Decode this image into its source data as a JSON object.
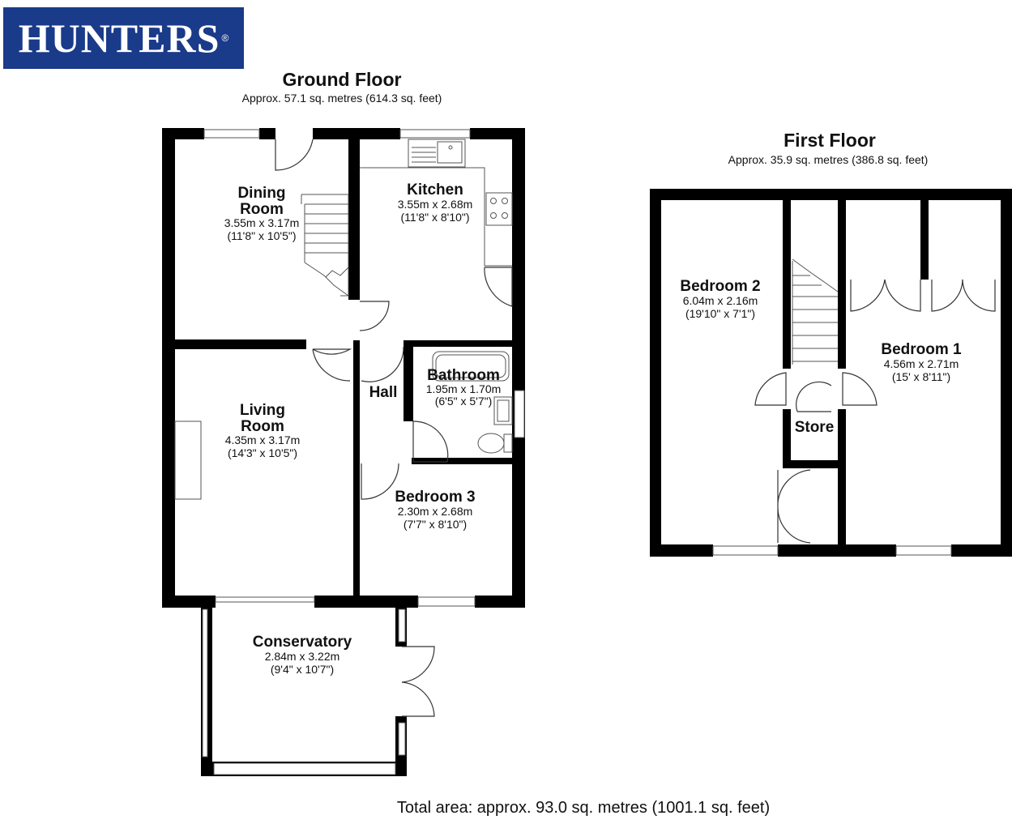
{
  "brand": {
    "name": "HUNTERS",
    "mark": "®"
  },
  "ground_floor": {
    "title": "Ground Floor",
    "area": "Approx. 57.1 sq. metres (614.3 sq. feet)",
    "rooms": {
      "dining": {
        "name1": "Dining",
        "name2": "Room",
        "dim_m": "3.55m x 3.17m",
        "dim_ft": "(11'8\" x 10'5\")"
      },
      "kitchen": {
        "name": "Kitchen",
        "dim_m": "3.55m x 2.68m",
        "dim_ft": "(11'8\" x 8'10\")"
      },
      "living": {
        "name1": "Living",
        "name2": "Room",
        "dim_m": "4.35m x 3.17m",
        "dim_ft": "(14'3\" x 10'5\")"
      },
      "hall": {
        "name": "Hall"
      },
      "bathroom": {
        "name": "Bathroom",
        "dim_m": "1.95m x 1.70m",
        "dim_ft": "(6'5\" x 5'7\")"
      },
      "bedroom3": {
        "name": "Bedroom 3",
        "dim_m": "2.30m x 2.68m",
        "dim_ft": "(7'7\" x 8'10\")"
      },
      "conservatory": {
        "name": "Conservatory",
        "dim_m": "2.84m x 3.22m",
        "dim_ft": "(9'4\" x 10'7\")"
      }
    }
  },
  "first_floor": {
    "title": "First Floor",
    "area": "Approx. 35.9 sq. metres (386.8 sq. feet)",
    "rooms": {
      "bedroom2": {
        "name": "Bedroom 2",
        "dim_m": "6.04m x 2.16m",
        "dim_ft": "(19'10\" x 7'1\")"
      },
      "bedroom1": {
        "name": "Bedroom 1",
        "dim_m": "4.56m x 2.71m",
        "dim_ft": "(15' x 8'11\")"
      },
      "store": {
        "name": "Store"
      }
    }
  },
  "total_area": "Total area: approx. 93.0 sq. metres (1001.1 sq. feet)"
}
